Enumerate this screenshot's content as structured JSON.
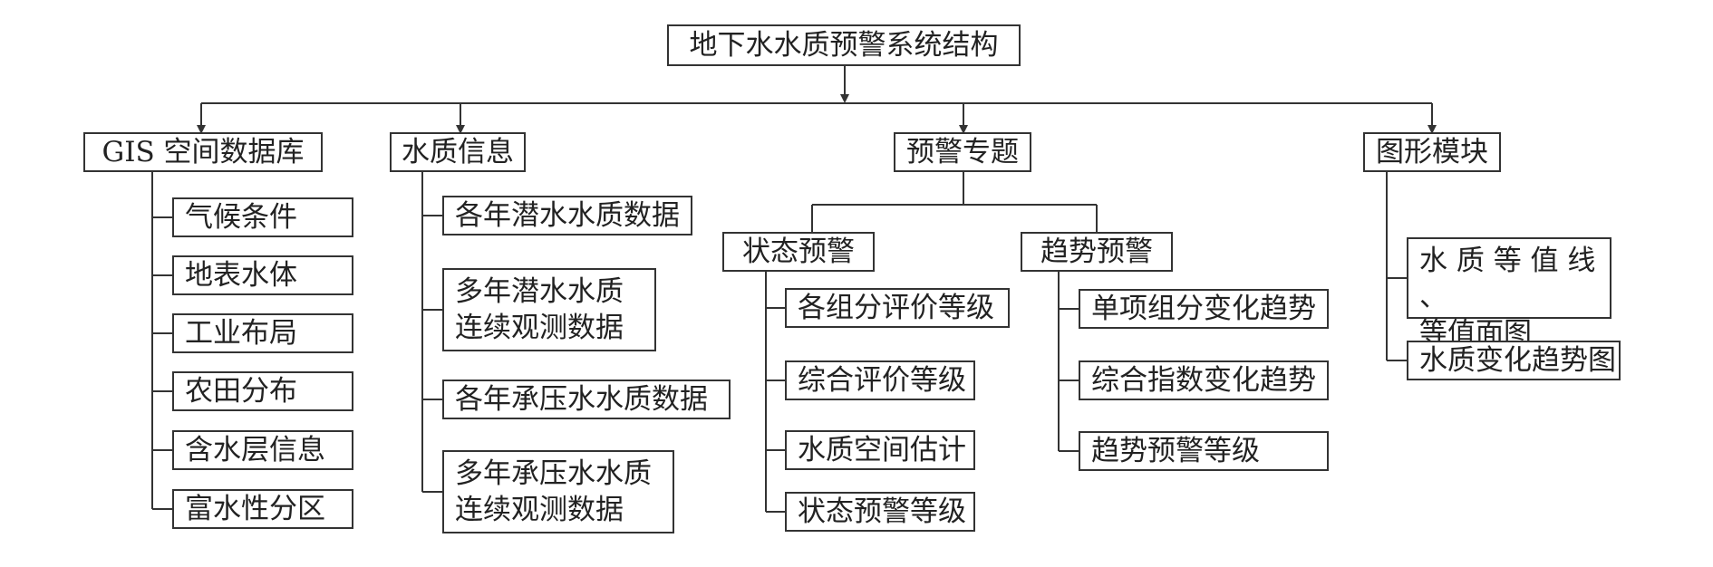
{
  "root": {
    "label": "地下水水质预警系统结构"
  },
  "branches": [
    {
      "label": "GIS 空间数据库",
      "items": [
        "气候条件",
        "地表水体",
        "工业布局",
        "农田分布",
        "含水层信息",
        "富水性分区"
      ]
    },
    {
      "label": "水质信息",
      "items": [
        "各年潜水水质数据",
        "多年潜水水质\n连续观测数据",
        "各年承压水水质数据",
        "多年承压水水质\n连续观测数据"
      ]
    },
    {
      "label": "预警专题",
      "subgroups": [
        {
          "label": "状态预警",
          "items": [
            "各组分评价等级",
            "综合评价等级",
            "水质空间估计",
            "状态预警等级"
          ]
        },
        {
          "label": "趋势预警",
          "items": [
            "单项组分变化趋势",
            "综合指数变化趋势",
            "趋势预警等级"
          ]
        }
      ]
    },
    {
      "label": "图形模块",
      "items": [
        "水 质 等 值 线 、\n等值面图",
        "水质变化趋势图"
      ]
    }
  ]
}
